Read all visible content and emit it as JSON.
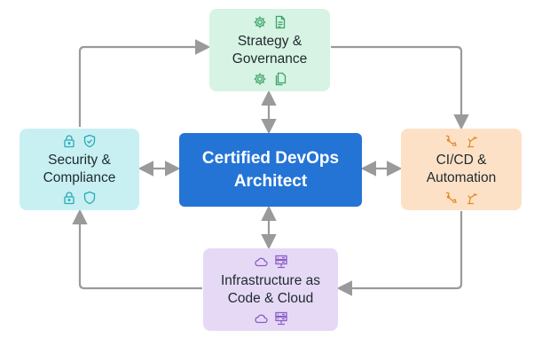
{
  "center": {
    "title": "Certified DevOps Architect"
  },
  "nodes": {
    "strategy": {
      "label": "Strategy & Governance",
      "icons": [
        "gear-icon",
        "document-icon",
        "gear-icon",
        "copy-documents-icon"
      ],
      "color": "#3aa36a"
    },
    "security": {
      "label": "Security & Compliance",
      "icons": [
        "lock-icon",
        "shield-check-icon",
        "lock-icon",
        "shield-icon"
      ],
      "color": "#2aa9b5"
    },
    "cicd": {
      "label": "CI/CD & Automation",
      "icons": [
        "robot-arm-icon",
        "robot-arm-icon",
        "robot-arm-icon",
        "robot-arm-icon"
      ],
      "color": "#e48a2a"
    },
    "infra": {
      "label": "Infrastructure as Code & Cloud",
      "icons": [
        "cloud-icon",
        "server-icon",
        "cloud-icon",
        "server-icon"
      ],
      "color": "#8a5cc8"
    }
  },
  "colors": {
    "center_bg": "#2474d6",
    "connector": "#9a9a9a"
  }
}
